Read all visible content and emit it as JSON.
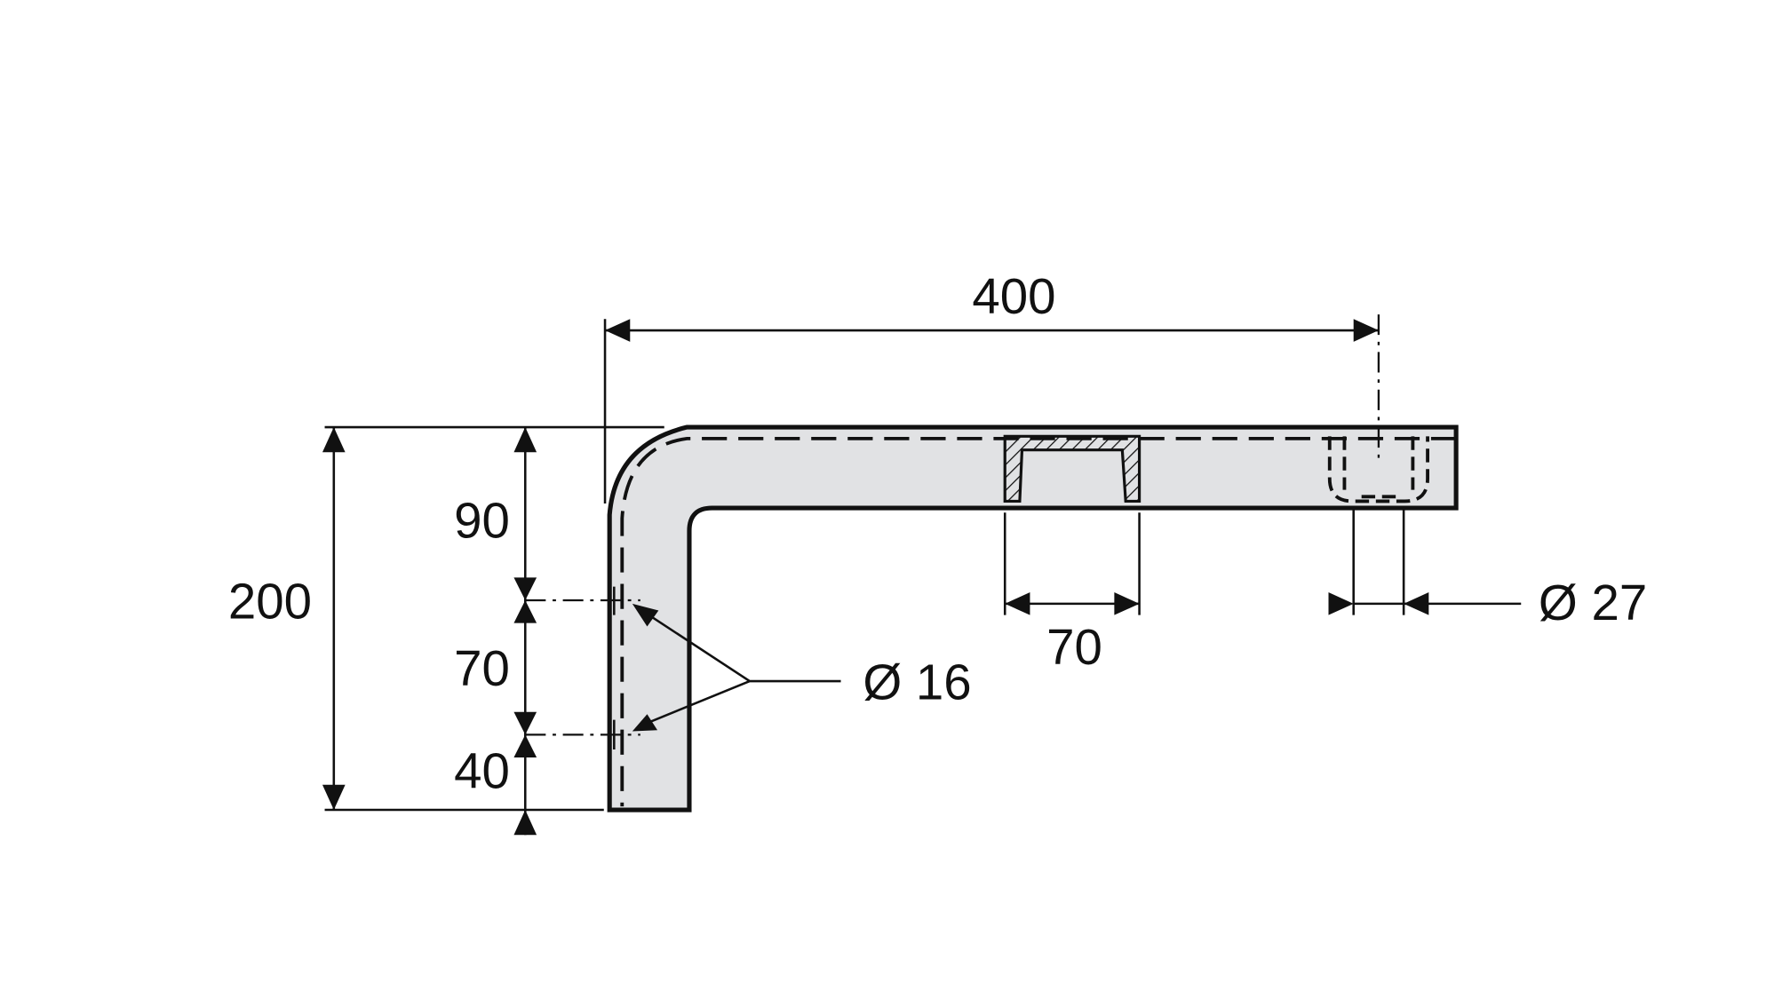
{
  "drawing": {
    "dimensions": {
      "overall_length": "400",
      "overall_height": "200",
      "segment_top": "90",
      "segment_middle": "70",
      "segment_bottom": "40",
      "slot_width": "70",
      "small_holes": "Ø 16",
      "large_hole": "Ø 27"
    },
    "colors": {
      "part_fill": "#e1e2e4",
      "line": "#111111"
    }
  }
}
